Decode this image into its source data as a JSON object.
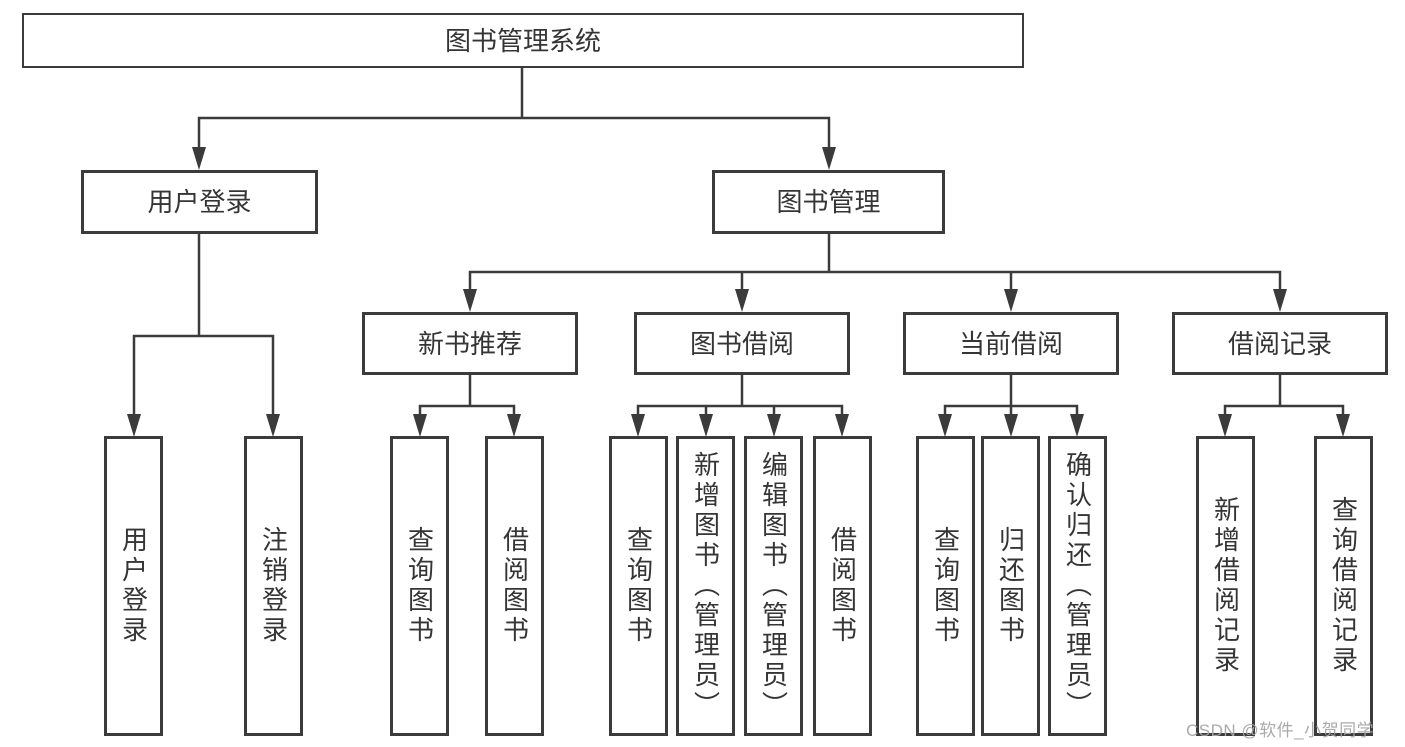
{
  "diagram": {
    "root": {
      "label": "图书管理系统"
    },
    "branches": [
      {
        "label": "用户登录",
        "children": [
          {
            "label": "用户登录"
          },
          {
            "label": "注销登录"
          }
        ]
      },
      {
        "label": "图书管理",
        "children": [
          {
            "label": "新书推荐",
            "children": [
              {
                "label": "查询图书"
              },
              {
                "label": "借阅图书"
              }
            ]
          },
          {
            "label": "图书借阅",
            "children": [
              {
                "label": "查询图书"
              },
              {
                "label": "新增图书（管理员）"
              },
              {
                "label": "编辑图书（管理员）"
              },
              {
                "label": "借阅图书"
              }
            ]
          },
          {
            "label": "当前借阅",
            "children": [
              {
                "label": "查询图书"
              },
              {
                "label": "归还图书"
              },
              {
                "label": "确认归还（管理员）"
              }
            ]
          },
          {
            "label": "借阅记录",
            "children": [
              {
                "label": "新增借阅记录"
              },
              {
                "label": "查询借阅记录"
              }
            ]
          }
        ]
      }
    ],
    "watermark": {
      "text": "CSDN @软件_小贺同学"
    },
    "colors": {
      "line": "#3b3b3b",
      "border": "#3b3b3b",
      "text": "#353535",
      "background": "#ffffff",
      "watermark": "#a6a6a6"
    }
  }
}
